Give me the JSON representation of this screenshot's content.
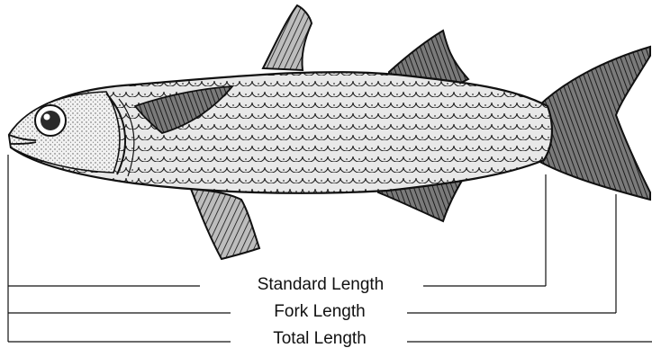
{
  "diagram": {
    "labels": {
      "standard": "Standard Length",
      "fork": "Fork Length",
      "total": "Total Length"
    },
    "colors": {
      "ink": "#111111",
      "paper": "#ffffff",
      "body_tone": "#dcdcdc",
      "dark_tone": "#3a3a3a"
    }
  }
}
